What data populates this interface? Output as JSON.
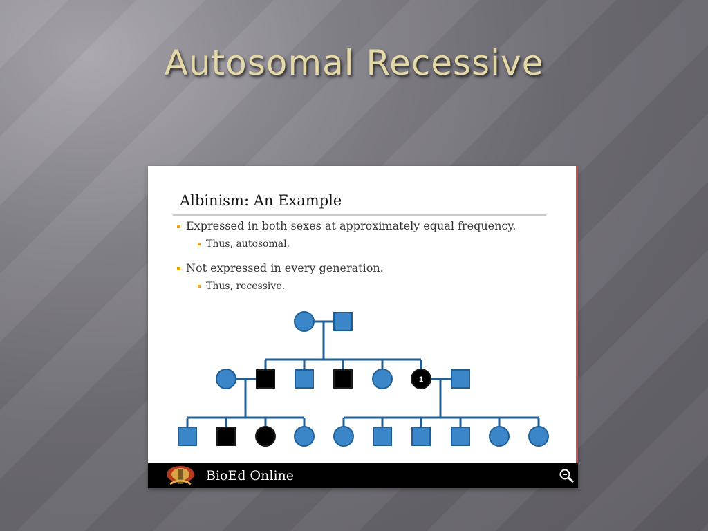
{
  "slide": {
    "title": "Autosomal Recessive"
  },
  "panel": {
    "title": "Albinism: An Example",
    "bullets": [
      {
        "text": "Expressed in both sexes at approximately equal frequency.",
        "sub": "Thus, autosomal."
      },
      {
        "text": "Not expressed in every generation.",
        "sub": "Thus, recessive."
      }
    ],
    "footer_label": "BioEd Online"
  },
  "pedigree": {
    "affected_label": "1",
    "generations": [
      [
        "female-unaffected",
        "male-unaffected"
      ],
      [
        "female-unaffected",
        "male-affected",
        "male-unaffected",
        "male-affected",
        "female-unaffected",
        "female-affected",
        "male-unaffected"
      ],
      [
        "male-unaffected",
        "male-affected",
        "female-affected",
        "female-unaffected",
        "female-unaffected",
        "male-unaffected",
        "male-unaffected",
        "male-unaffected",
        "female-unaffected",
        "female-unaffected"
      ]
    ]
  },
  "colors": {
    "title": "#e6d9a8",
    "bullet_marker": "#e8a317",
    "unaffected_fill": "#3a86c8",
    "affected_fill": "#000000",
    "symbol_stroke": "#1f5f96",
    "panel_edge": "#c9504b"
  },
  "icons": {
    "logo": "bioed-logo",
    "zoom": "zoom-out-icon"
  }
}
